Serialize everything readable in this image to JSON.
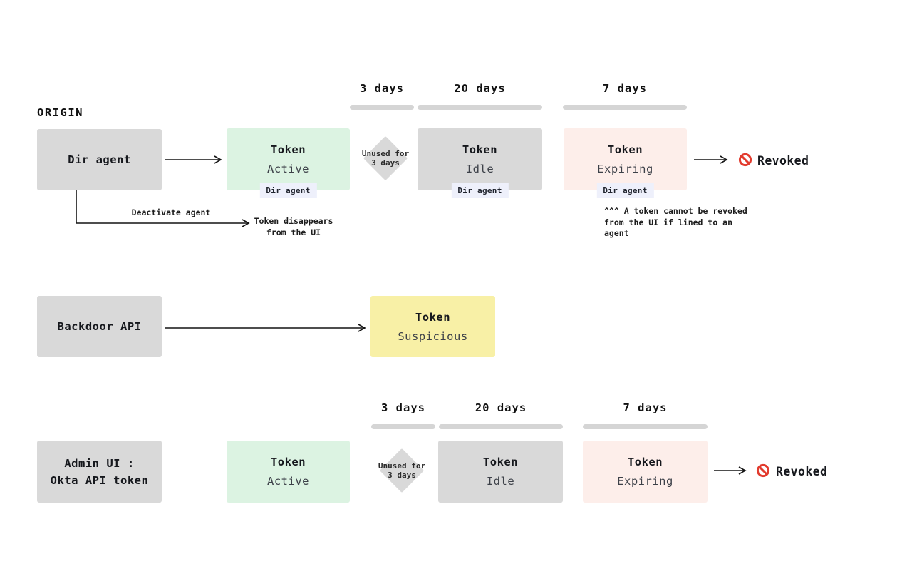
{
  "origin_label": "ORIGIN",
  "timeline_top": {
    "seg1": "3 days",
    "seg2": "20 days",
    "seg3": "7 days"
  },
  "timeline_bottom": {
    "seg1": "3 days",
    "seg2": "20 days",
    "seg3": "7 days"
  },
  "row_dir_agent": {
    "source": "Dir agent",
    "active": {
      "title": "Token",
      "status": "Active",
      "tag": "Dir agent"
    },
    "idle": {
      "title": "Token",
      "status": "Idle",
      "tag": "Dir agent"
    },
    "expiring": {
      "title": "Token",
      "status": "Expiring",
      "tag": "Dir agent"
    },
    "revoked_label": "Revoked",
    "unused_diamond": {
      "line1": "Unused for",
      "line2": "3 days"
    },
    "deactivate_label": "Deactivate agent",
    "disappears": {
      "line1": "Token disappears",
      "line2": "from the UI"
    },
    "note": {
      "line1": "^^^ A token cannot be revoked",
      "line2": "from the UI if lined to an",
      "line3": "agent"
    }
  },
  "row_backdoor": {
    "source": "Backdoor API",
    "suspicious": {
      "title": "Token",
      "status": "Suspicious"
    }
  },
  "row_admin": {
    "source_line1": "Admin UI :",
    "source_line2": "Okta API token",
    "active": {
      "title": "Token",
      "status": "Active"
    },
    "idle": {
      "title": "Token",
      "status": "Idle"
    },
    "expiring": {
      "title": "Token",
      "status": "Expiring"
    },
    "revoked_label": "Revoked",
    "unused_diamond": {
      "line1": "Unused for",
      "line2": "3 days"
    }
  },
  "icons": {
    "revoked": "prohibited-icon"
  },
  "colors": {
    "box_gray": "#d9d9d9",
    "box_green": "#dcf3e2",
    "box_pink": "#fdeeea",
    "box_yellow": "#f8f0a6",
    "tag_bg": "#eef0fb",
    "bar_gray": "#d5d5d5",
    "status_text": "#3d4149",
    "prohibit_red": "#e23b2e"
  }
}
